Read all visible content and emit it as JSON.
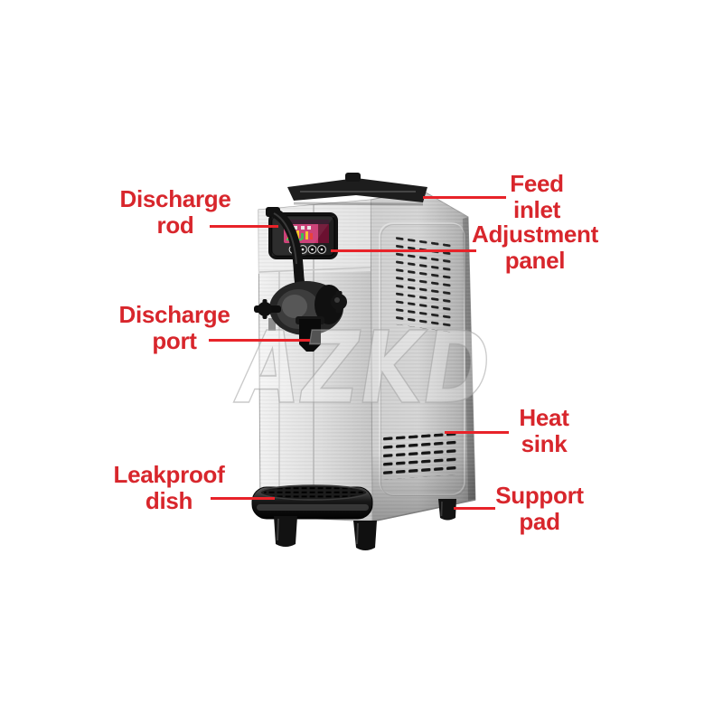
{
  "watermark_text": "AZKD",
  "labels": {
    "discharge_rod": "Discharge\nrod",
    "feed_inlet": "Feed\ninlet",
    "adjustment_panel": "Adjustment\npanel",
    "discharge_port": "Discharge\nport",
    "heat_sink": "Heat\nsink",
    "leakproof_dish": "Leakproof\ndish",
    "support_pad": "Support\npad"
  },
  "colors": {
    "label_red": "#d8262c",
    "leader_line_red": "#e82329",
    "steel_light": "#ececec",
    "steel_dark": "#9a9a9a",
    "lid_black": "#1d1d1d",
    "display_magenta": "#c9356f"
  }
}
